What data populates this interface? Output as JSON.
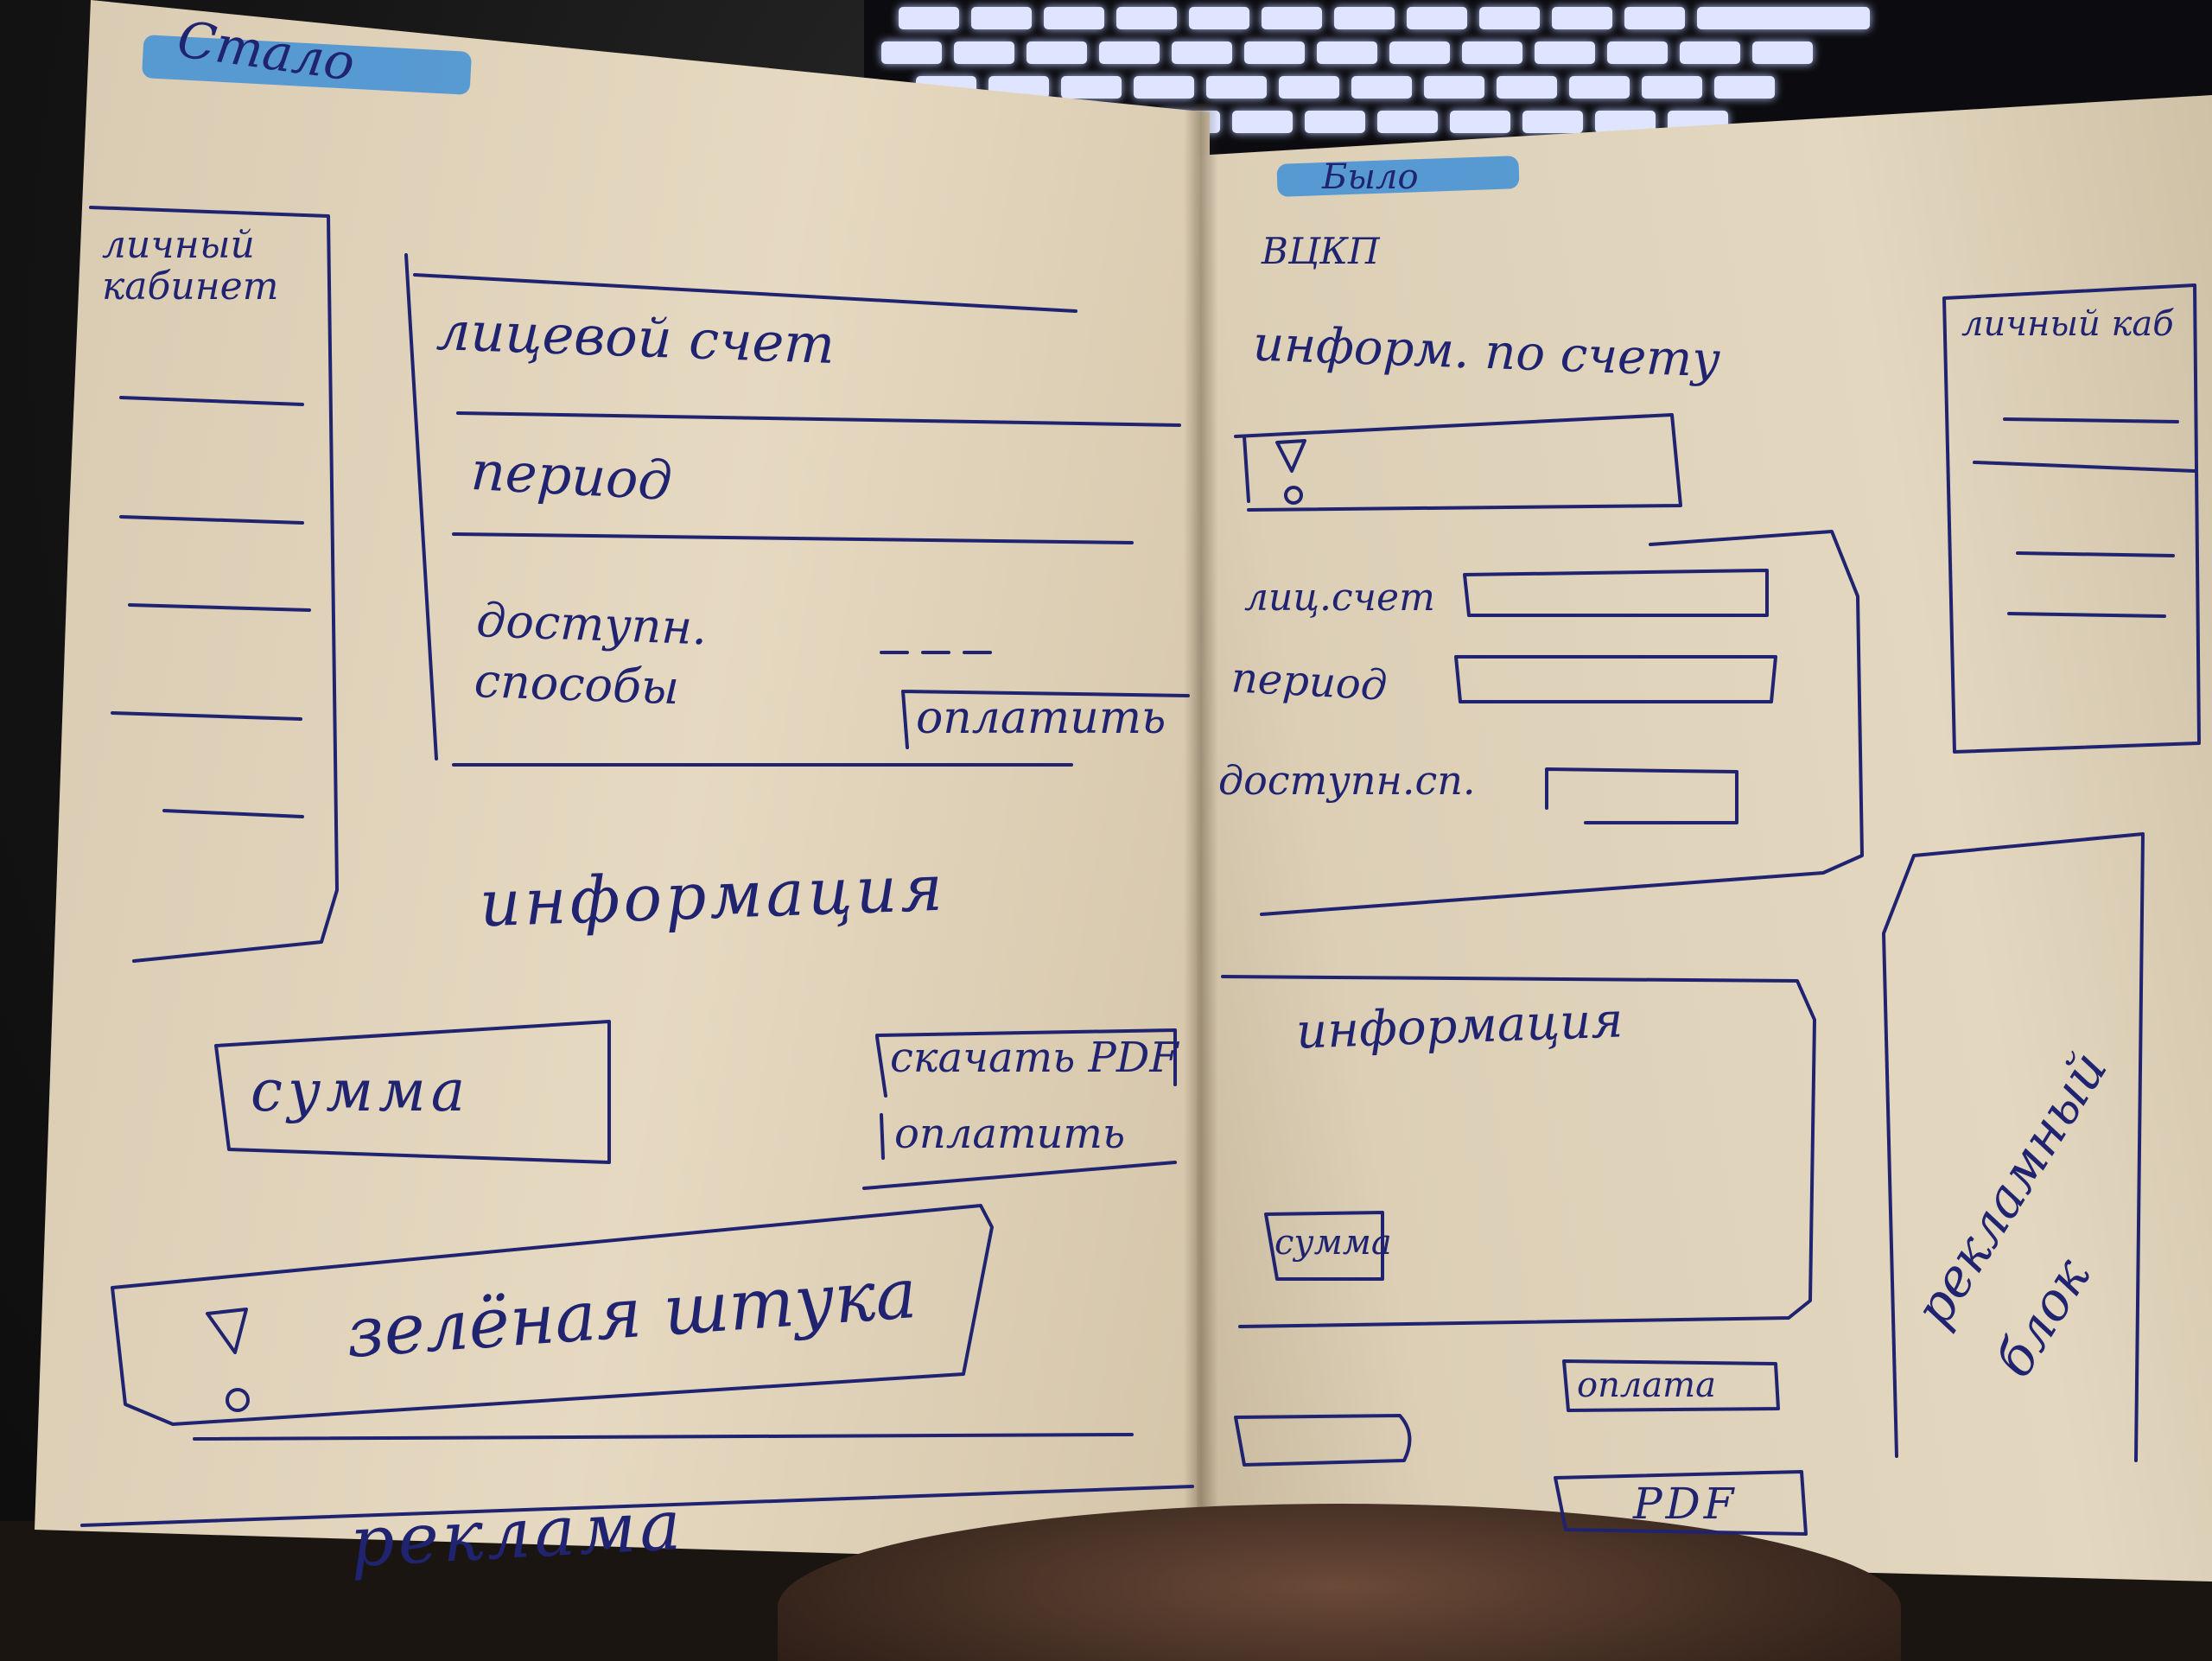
{
  "left_page": {
    "header_label": "Стало",
    "sidebar_label": "личный кабинет",
    "form": {
      "account_label": "лицевой счет",
      "period_label": "период",
      "methods_label": "доступн. способы",
      "pay_button": "оплатить"
    },
    "info_label": "информация",
    "sum_label": "сумма",
    "download_pdf_button": "скачать PDF",
    "pay_button_2": "оплатить",
    "alert_icon": "exclamation-icon",
    "alert_text": "зелёная штука",
    "ad_label": "реклама"
  },
  "right_page": {
    "header_label": "Было",
    "top_label": "ВЦКП",
    "info_by_account": "информ. по счету",
    "alert_icon": "exclamation-icon",
    "sidebar_label": "личный каб",
    "form": {
      "account_label": "лиц.счет",
      "period_label": "период",
      "methods_label": "доступн.сп."
    },
    "info_label": "информация",
    "sum_label": "сумма",
    "pay_button": "оплата",
    "pdf_button": "PDF",
    "ad_block_label": "рекламный блок"
  },
  "colors": {
    "ink": "#1f2370",
    "marker": "#3f8fd6",
    "paper": "#e6d9c1"
  }
}
